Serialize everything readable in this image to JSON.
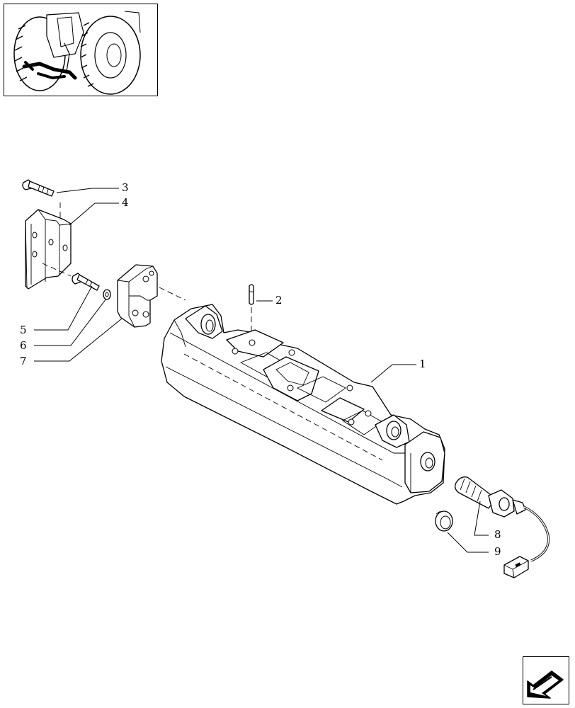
{
  "callouts": [
    {
      "id": "1",
      "label": "1"
    },
    {
      "id": "2",
      "label": "2"
    },
    {
      "id": "3",
      "label": "3"
    },
    {
      "id": "4",
      "label": "4"
    },
    {
      "id": "5",
      "label": "5"
    },
    {
      "id": "6",
      "label": "6"
    },
    {
      "id": "7",
      "label": "7"
    },
    {
      "id": "8",
      "label": "8"
    },
    {
      "id": "9",
      "label": "9"
    }
  ],
  "icons": {
    "thumbnail": "tractor-locator-icon",
    "navigation": "arrow-back-icon"
  }
}
